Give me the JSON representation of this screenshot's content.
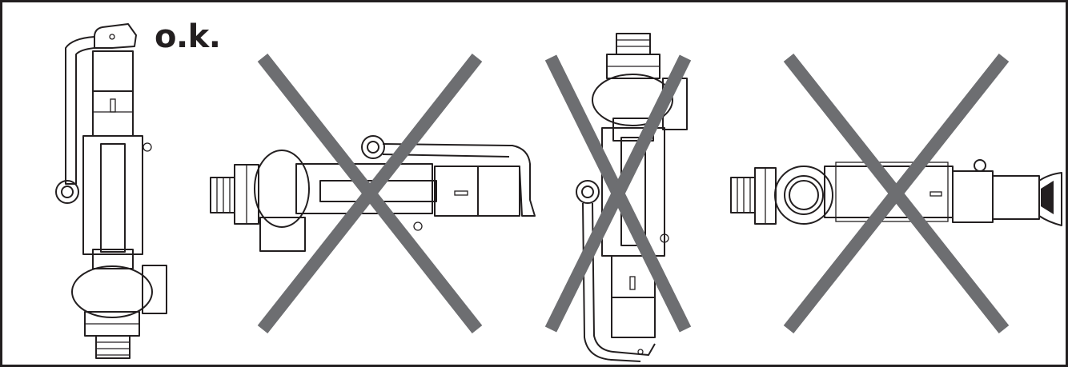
{
  "figure": {
    "caption": "o.k.",
    "orientations": [
      {
        "id": "vertical-upright",
        "status": "correct"
      },
      {
        "id": "horizontal-lever-up",
        "status": "wrong"
      },
      {
        "id": "vertical-inverted",
        "status": "wrong"
      },
      {
        "id": "horizontal-lever-side",
        "status": "wrong"
      }
    ],
    "colors": {
      "line": "#231f20",
      "cross": "#6d6e71",
      "background": "#ffffff"
    }
  }
}
